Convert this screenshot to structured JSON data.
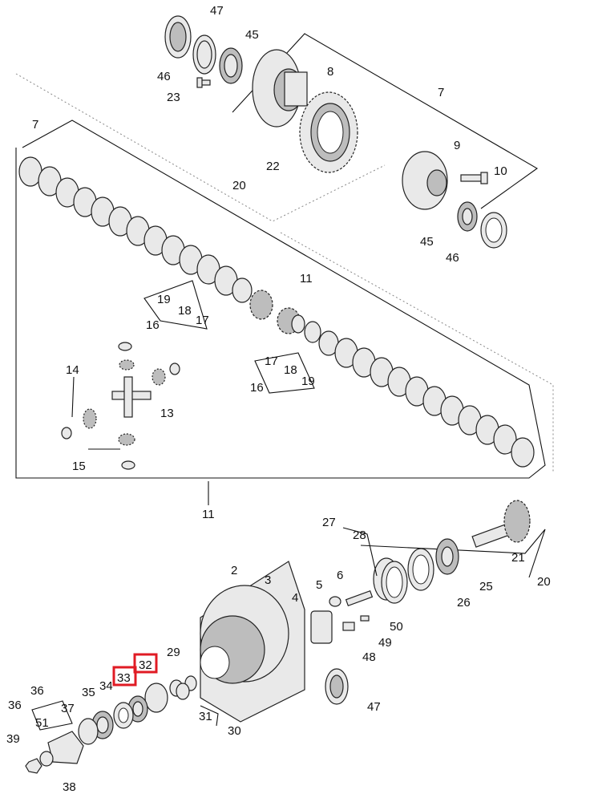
{
  "callouts": {
    "c47_top": "47",
    "c45_top": "45",
    "c46_top": "46",
    "c8": "8",
    "c23": "23",
    "c7_right": "7",
    "c7_left": "7",
    "c9": "9",
    "c10": "10",
    "c22": "22",
    "c20_top": "20",
    "c45_mid": "45",
    "c46_mid": "46",
    "c11_top": "11",
    "c19_a": "19",
    "c18_a": "18",
    "c17_a": "17",
    "c16_a": "16",
    "c17_b": "17",
    "c18_b": "18",
    "c19_b": "19",
    "c16_b": "16",
    "c14": "14",
    "c13": "13",
    "c15": "15",
    "c11_bottom": "11",
    "c27": "27",
    "c28": "28",
    "c21": "21",
    "c25": "25",
    "c20_bottom": "20",
    "c26": "26",
    "c2": "2",
    "c3": "3",
    "c4": "4",
    "c5": "5",
    "c6": "6",
    "c50": "50",
    "c49": "49",
    "c48": "48",
    "c47_bottom": "47",
    "c29": "29",
    "c32": "32",
    "c33": "33",
    "c34": "34",
    "c35": "35",
    "c36_a": "36",
    "c36_b": "36",
    "c37": "37",
    "c51": "51",
    "c31": "31",
    "c30": "30",
    "c39": "39",
    "c38": "38"
  },
  "highlighted_callouts": [
    "32",
    "33"
  ],
  "highlight_color": "#e01b24"
}
